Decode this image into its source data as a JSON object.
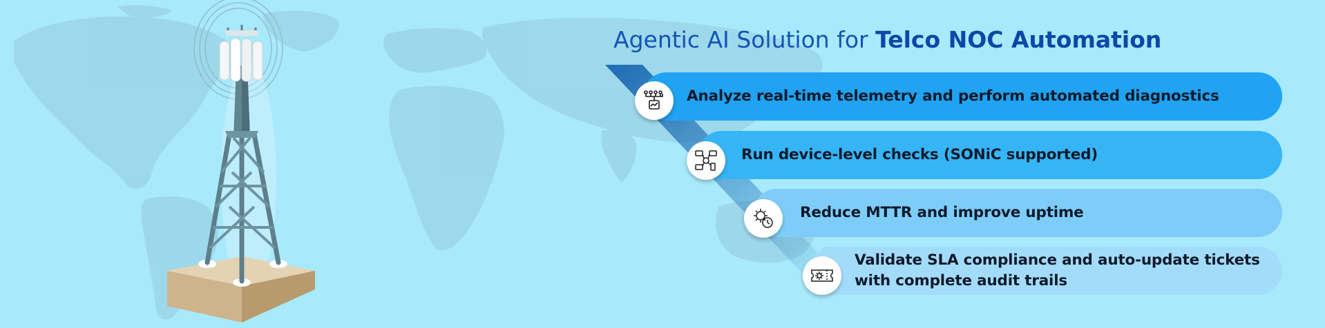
{
  "title": {
    "prefix": "Agentic AI Solution for",
    "emphasis": "Telco NOC Automation"
  },
  "items": [
    {
      "text": "Analyze real-time telemetry and perform automated diagnostics",
      "icon": "telemetry-icon"
    },
    {
      "text": "Run device-level checks (SONiC supported)",
      "icon": "network-devices-icon"
    },
    {
      "text": "Reduce MTTR and improve uptime",
      "icon": "gear-clock-icon"
    },
    {
      "text": "Validate SLA compliance and auto-update tickets with complete audit trails",
      "line1": "Validate SLA compliance and auto-update tickets",
      "line2": "with complete audit trails",
      "icon": "ticket-gear-icon"
    }
  ],
  "colors": {
    "background": "#a8e9fb",
    "title": "#1453b4",
    "pill1": "#1fa3f2",
    "pill2": "#36b5f6",
    "pill3": "#7dcdf8",
    "pill4": "#a3dcfa",
    "diagonal": "#1766b0"
  }
}
